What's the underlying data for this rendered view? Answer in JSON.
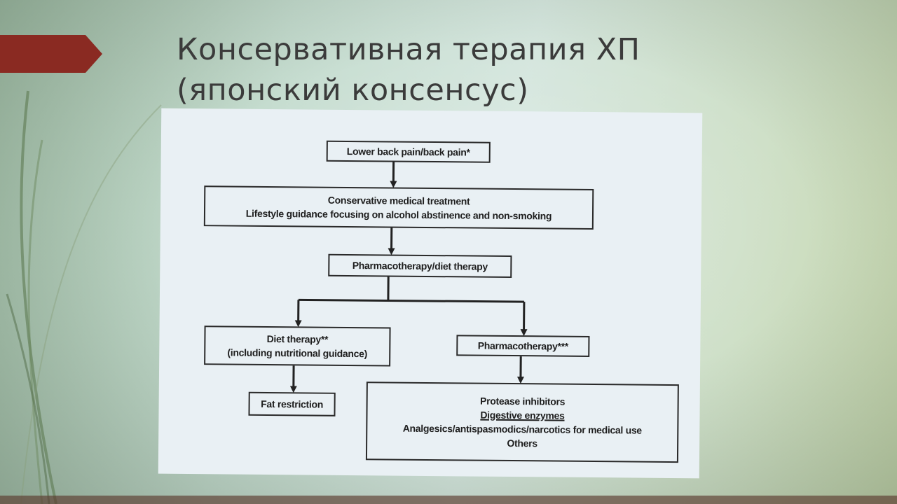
{
  "slide": {
    "title_line1": "Консервативная терапия ХП",
    "title_line2": "(японский консенсус)"
  },
  "flowchart": {
    "start": "Lower back pain/back pain*",
    "conservative": {
      "line1": "Conservative medical treatment",
      "line2": "Lifestyle guidance focusing on alcohol abstinence and non-smoking"
    },
    "pharmaco_diet": "Pharmacotherapy/diet therapy",
    "diet_therapy": {
      "line1": "Diet therapy**",
      "line2": "(including nutritional guidance)"
    },
    "fat_restriction": "Fat restriction",
    "pharmacotherapy": "Pharmacotherapy***",
    "drugs": {
      "line1": "Protease inhibitors",
      "line2": "Digestive enzymes",
      "line3": "Analgesics/antispasmodics/narcotics for medical use",
      "line4": "Others"
    }
  },
  "colors": {
    "banner": "#8a2a22",
    "box_border": "#2a2a2a",
    "panel_bg": "#e9f0f4",
    "title_text": "#3b3b3b"
  }
}
